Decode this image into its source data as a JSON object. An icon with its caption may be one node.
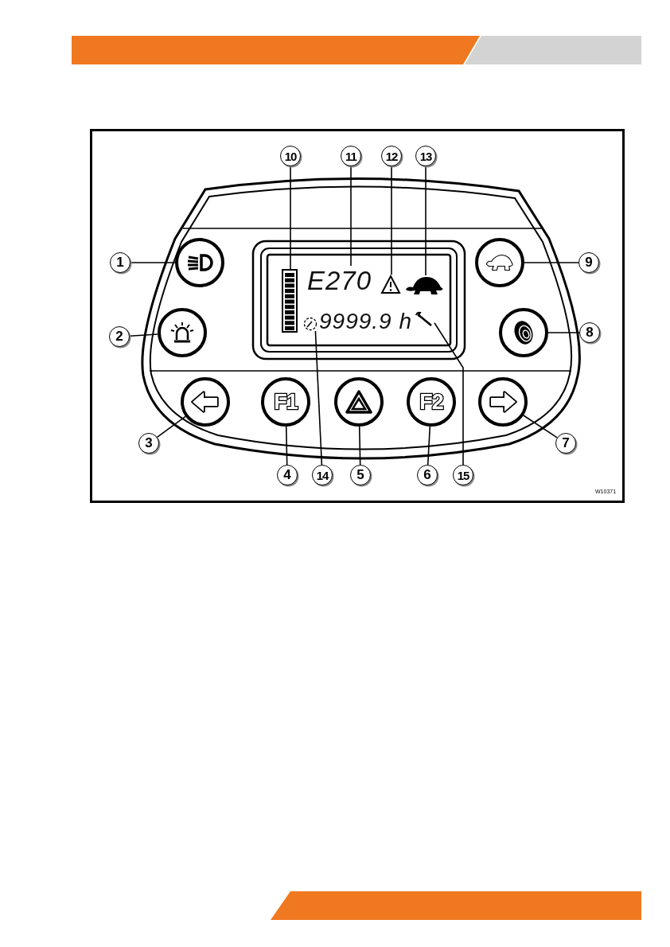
{
  "diagram": {
    "nodes": [
      {
        "text": [
          "1"
        ]
      },
      {
        "text": [
          "2"
        ]
      },
      {
        "text": [
          "3"
        ]
      },
      {
        "text": [
          "4"
        ]
      },
      {
        "text": [
          "5"
        ]
      },
      {
        "text": [
          "6"
        ]
      },
      {
        "text": [
          "7"
        ]
      },
      {
        "text": [
          "8"
        ]
      },
      {
        "text": [
          "9"
        ]
      },
      {
        "text": [
          "10"
        ]
      },
      {
        "text": [
          "11"
        ]
      },
      {
        "text": [
          "12"
        ]
      },
      {
        "text": [
          "13"
        ]
      },
      {
        "text": [
          "14"
        ]
      },
      {
        "text": [
          "15"
        ]
      },
      {
        "text": [],
        "shape": "circle"
      },
      {
        "text": [],
        "shape": "circle"
      },
      {
        "text": [],
        "shape": "circle"
      },
      {
        "text": [
          "F1"
        ]
      },
      {
        "text": [],
        "shape": "circle"
      },
      {
        "text": [
          "F2"
        ]
      },
      {
        "text": [],
        "shape": "circle"
      },
      {
        "text": [],
        "shape": "circle"
      },
      {
        "text": [],
        "shape": "circle"
      },
      {
        "text": [],
        "shape": "bar"
      },
      {
        "text": [
          "E270"
        ]
      },
      {
        "text": [],
        "shape": "picture"
      },
      {
        "text": [],
        "shape": "picture"
      },
      {
        "text": [],
        "shape": "picture"
      },
      {
        "text": [],
        "shape": "picture"
      }
    ],
    "edges": [
      {
        "from": 0,
        "to": 15,
        "arrow": "none"
      },
      {
        "from": 1,
        "to": 16,
        "arrow": "none"
      },
      {
        "from": 2,
        "to": 17,
        "arrow": "none"
      },
      {
        "from": 3,
        "to": 18,
        "arrow": "none"
      },
      {
        "from": 4,
        "to": 19,
        "arrow": "none"
      },
      {
        "from": 5,
        "to": 20,
        "arrow": "none"
      },
      {
        "from": 6,
        "to": 21,
        "arrow": "none"
      },
      {
        "from": 7,
        "to": 22,
        "arrow": "none"
      },
      {
        "from": 8,
        "to": 23,
        "arrow": "none"
      },
      {
        "from": 9,
        "to": 24,
        "arrow": "none"
      },
      {
        "from": 10,
        "to": 25,
        "arrow": "none"
      },
      {
        "from": 11,
        "to": 26,
        "arrow": "none"
      },
      {
        "from": 12,
        "to": 27,
        "arrow": "none"
      },
      {
        "from": 13,
        "to": 28,
        "arrow": "none"
      },
      {
        "from": 14,
        "to": 29,
        "arrow": "none"
      }
    ],
    "labels": [
      "9999.9 h",
      "W10371"
    ]
  }
}
